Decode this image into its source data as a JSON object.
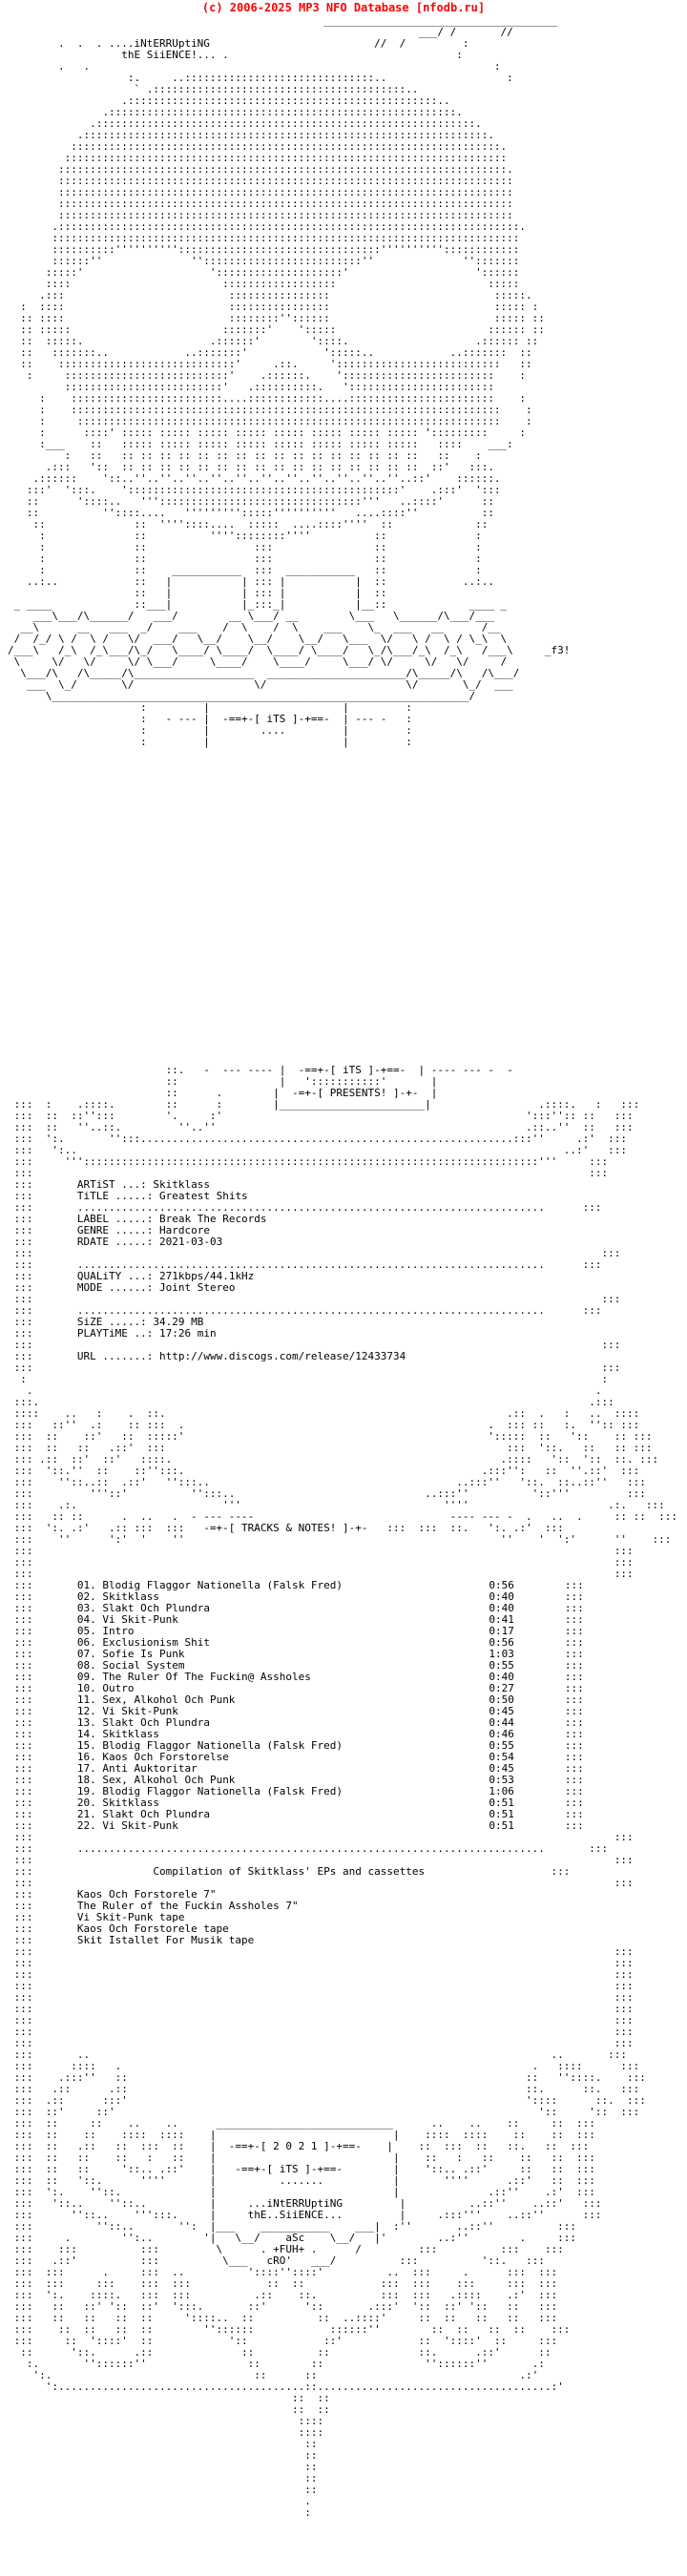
{
  "banner": "(c) 2006-2025 MP3 NFO Database [nfodb.ru]",
  "header": {
    "group_line1": "...iNtERRUptiNG",
    "group_line2": "thE SiiENCE!... .",
    "tag": "_f3!"
  },
  "presents": {
    "its": "-==+-[ iTS ]-+==-",
    "presents": "-=+-[ PRESENTS! ]-+-"
  },
  "release": {
    "artist_label": "ARTiST ...:",
    "artist": "Skitklass",
    "title_label": "TiTLE .....:",
    "title": "Greatest Shits",
    "label_label": "LABEL .....:",
    "label": "Break The Records",
    "genre_label": "GENRE .....:",
    "genre": "Hardcore",
    "rdate_label": "RDATE .....:",
    "rdate": "2021-03-03",
    "quality_label": "QUALiTY ...:",
    "quality": "271kbps/44.1kHz",
    "mode_label": "MODE ......:",
    "mode": "Joint Stereo",
    "size_label": "SiZE .....:",
    "size": "34.29 MB",
    "playtime_label": "PLAYTiME ..:",
    "playtime": "17:26 min",
    "url_label": "URL .......:",
    "url": "http://www.discogs.com/release/12433734"
  },
  "tracks_header": "-=+-[ TRACKS & NOTES! ]-+-",
  "tracks": [
    {
      "no": "01.",
      "title": "Blodig Flaggor Nationella (Falsk Fred)",
      "dur": "0:56"
    },
    {
      "no": "02.",
      "title": "Skitklass",
      "dur": "0:40"
    },
    {
      "no": "03.",
      "title": "Slakt Och Plundra",
      "dur": "0:40"
    },
    {
      "no": "04.",
      "title": "Vi Skit-Punk",
      "dur": "0:41"
    },
    {
      "no": "05.",
      "title": "Intro",
      "dur": "0:17"
    },
    {
      "no": "06.",
      "title": "Exclusionism Shit",
      "dur": "0:56"
    },
    {
      "no": "07.",
      "title": "Sofie Is Punk",
      "dur": "1:03"
    },
    {
      "no": "08.",
      "title": "Social System",
      "dur": "0:55"
    },
    {
      "no": "09.",
      "title": "The Ruler Of The Fuckin@ Assholes",
      "dur": "0:40"
    },
    {
      "no": "10.",
      "title": "Outro",
      "dur": "0:27"
    },
    {
      "no": "11.",
      "title": "Sex, Alkohol Och Punk",
      "dur": "0:50"
    },
    {
      "no": "12.",
      "title": "Vi Skit-Punk",
      "dur": "0:45"
    },
    {
      "no": "13.",
      "title": "Slakt Och Plundra",
      "dur": "0:44"
    },
    {
      "no": "14.",
      "title": "Skitklass",
      "dur": "0:46"
    },
    {
      "no": "15.",
      "title": "Blodig Flaggor Nationella (Falsk Fred)",
      "dur": "0:55"
    },
    {
      "no": "16.",
      "title": "Kaos Och Forstorelse",
      "dur": "0:54"
    },
    {
      "no": "17.",
      "title": "Anti Auktoritar",
      "dur": "0:45"
    },
    {
      "no": "18.",
      "title": "Sex, Alkohol Och Punk",
      "dur": "0:53"
    },
    {
      "no": "19.",
      "title": "Blodig Flaggor Nationella (Falsk Fred)",
      "dur": "1:06"
    },
    {
      "no": "20.",
      "title": "Skitklass",
      "dur": "0:51"
    },
    {
      "no": "21.",
      "title": "Slakt Och Plundra",
      "dur": "0:51"
    },
    {
      "no": "22.",
      "title": "Vi Skit-Punk",
      "dur": "0:51"
    }
  ],
  "notes": {
    "heading": "Compilation of Skitklass' EPs and cassettes",
    "items": [
      "Kaos Och Forstorele 7\"",
      "The Ruler of the Fuckin Assholes 7\"",
      "Vi Skit-Punk tape",
      "Kaos Och Forstorele tape",
      "Skit Istallet For Musik tape"
    ]
  },
  "footer": {
    "year": "-==+-[ 2 0 2 1 ]-+==-",
    "its": "-==+-[ iTS ]-+==-",
    "group1": "...iNtERRUptiNG",
    "group2": "thE..SiiENCE...",
    "credit1": "aSc",
    "credit2": "+FUH+",
    "credit3": "cRO'"
  }
}
